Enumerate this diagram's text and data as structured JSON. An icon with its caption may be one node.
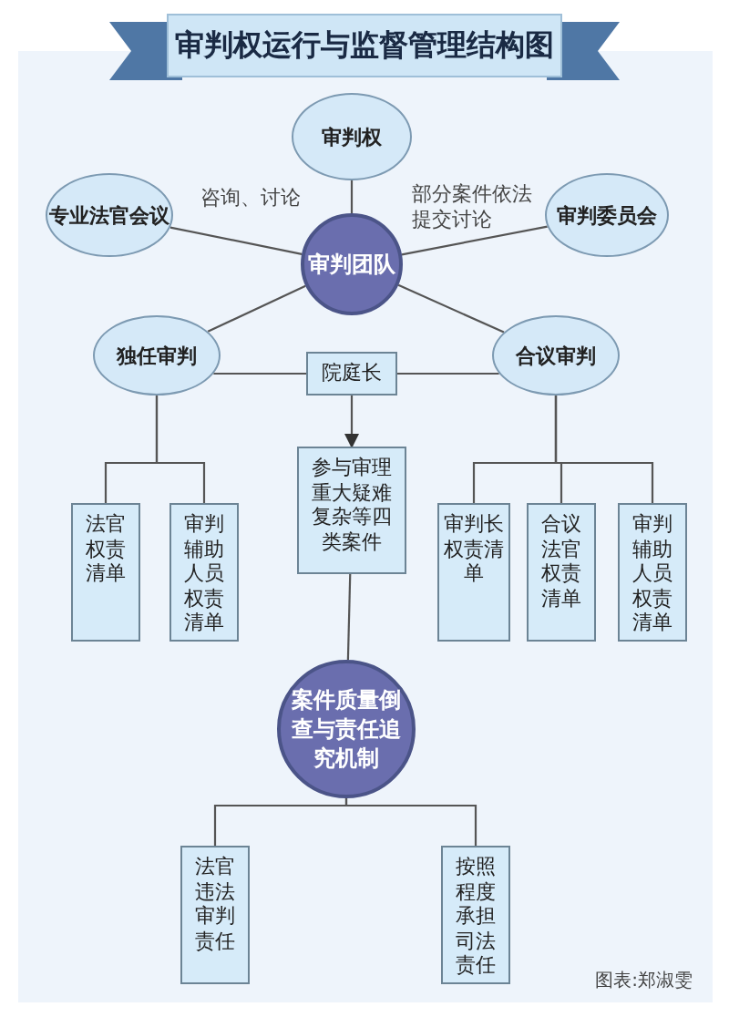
{
  "diagram": {
    "title": "审判权运行与监督管理结构图",
    "nodes": [
      {
        "text": [
          "审判权"
        ]
      },
      {
        "text": [
          "专业法官会议"
        ]
      },
      {
        "text": [
          "审判委员会"
        ]
      },
      {
        "text": [
          "审判团队"
        ]
      },
      {
        "text": [
          "独任审判"
        ]
      },
      {
        "text": [
          "合议审判"
        ]
      },
      {
        "text": [
          "院庭长"
        ]
      },
      {
        "text": [
          "参与审理重大疑难复杂等四类案件"
        ]
      },
      {
        "text": [
          "法官权责清单"
        ]
      },
      {
        "text": [
          "审判辅助人员权责清单"
        ]
      },
      {
        "text": [
          "审判长权责清单"
        ]
      },
      {
        "text": [
          "合议法官权责清单"
        ]
      },
      {
        "text": [
          "审判辅助人员权责清单"
        ]
      },
      {
        "text": [
          "案件质量倒查与责任追究机制"
        ]
      },
      {
        "text": [
          "法官违法审判责任"
        ]
      },
      {
        "text": [
          "按照程度承担司法责任"
        ]
      }
    ],
    "edges": [
      {
        "from": 3,
        "to": 0,
        "arrow": "none"
      },
      {
        "from": 3,
        "to": 1,
        "arrow": "none",
        "label": "咨询、讨论"
      },
      {
        "from": 3,
        "to": 2,
        "arrow": "none",
        "label": "部分案件依法提交讨论"
      },
      {
        "from": 3,
        "to": 4,
        "arrow": "none"
      },
      {
        "from": 3,
        "to": 5,
        "arrow": "none"
      },
      {
        "from": 4,
        "to": 6,
        "arrow": "none"
      },
      {
        "from": 6,
        "to": 5,
        "arrow": "none"
      },
      {
        "from": 6,
        "to": 7,
        "arrow": "to"
      },
      {
        "from": 4,
        "to": 8,
        "arrow": "none"
      },
      {
        "from": 4,
        "to": 9,
        "arrow": "none"
      },
      {
        "from": 5,
        "to": 10,
        "arrow": "none"
      },
      {
        "from": 5,
        "to": 11,
        "arrow": "none"
      },
      {
        "from": 5,
        "to": 12,
        "arrow": "none"
      },
      {
        "from": 7,
        "to": 13,
        "arrow": "none"
      },
      {
        "from": 13,
        "to": 14,
        "arrow": "none"
      },
      {
        "from": 13,
        "to": 15,
        "arrow": "none"
      }
    ],
    "labels": [
      "图表:郑淑雯"
    ]
  }
}
